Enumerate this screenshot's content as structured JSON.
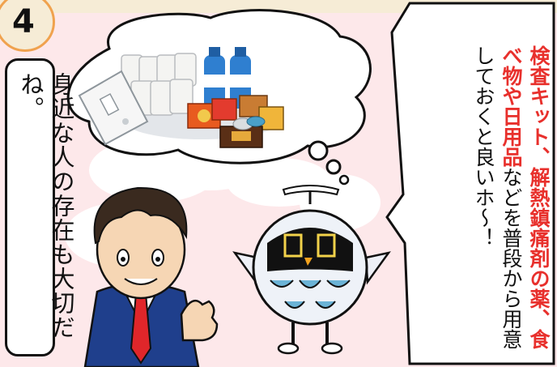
{
  "panel": {
    "number": "4"
  },
  "left_bubble": {
    "text": "身近な人の存在も大切だね。"
  },
  "right_bubble": {
    "segments": [
      {
        "text": "検査キット、解熱鎮痛剤の薬、",
        "style": "red"
      },
      {
        "text": "食べ物や日用品",
        "style": "red"
      },
      {
        "text": "などを普段から用意しておくと良いホ～！",
        "style": "normal"
      }
    ]
  },
  "colors": {
    "background": "#fde8ea",
    "badge_border": "#f0a24e",
    "highlight": "#e8302c"
  }
}
